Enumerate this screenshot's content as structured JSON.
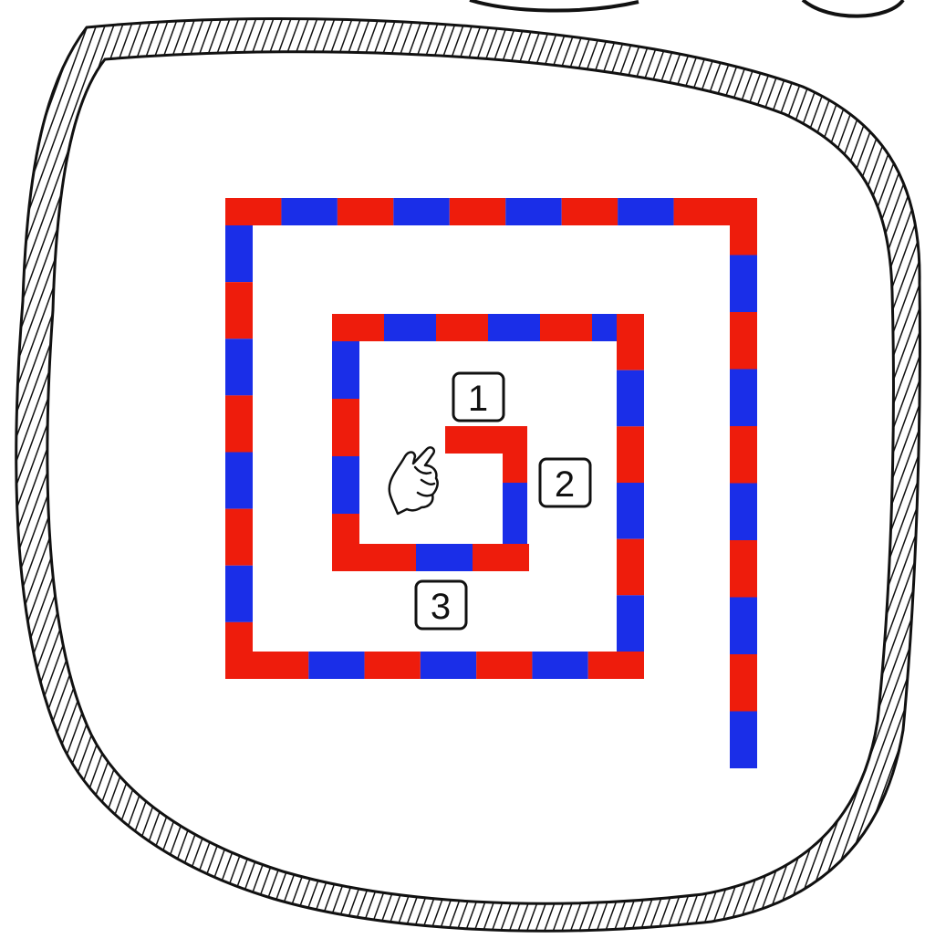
{
  "puzzle": {
    "steps": [
      {
        "label": "1"
      },
      {
        "label": "2"
      },
      {
        "label": "3"
      }
    ]
  },
  "colors": {
    "segment_red": "#ee1c0c",
    "segment_blue": "#1a2ee8",
    "outline": "#111111",
    "background": "#ffffff"
  },
  "icons": {
    "pointer": "pointing-hand-icon",
    "island": "hatched-island-border"
  }
}
